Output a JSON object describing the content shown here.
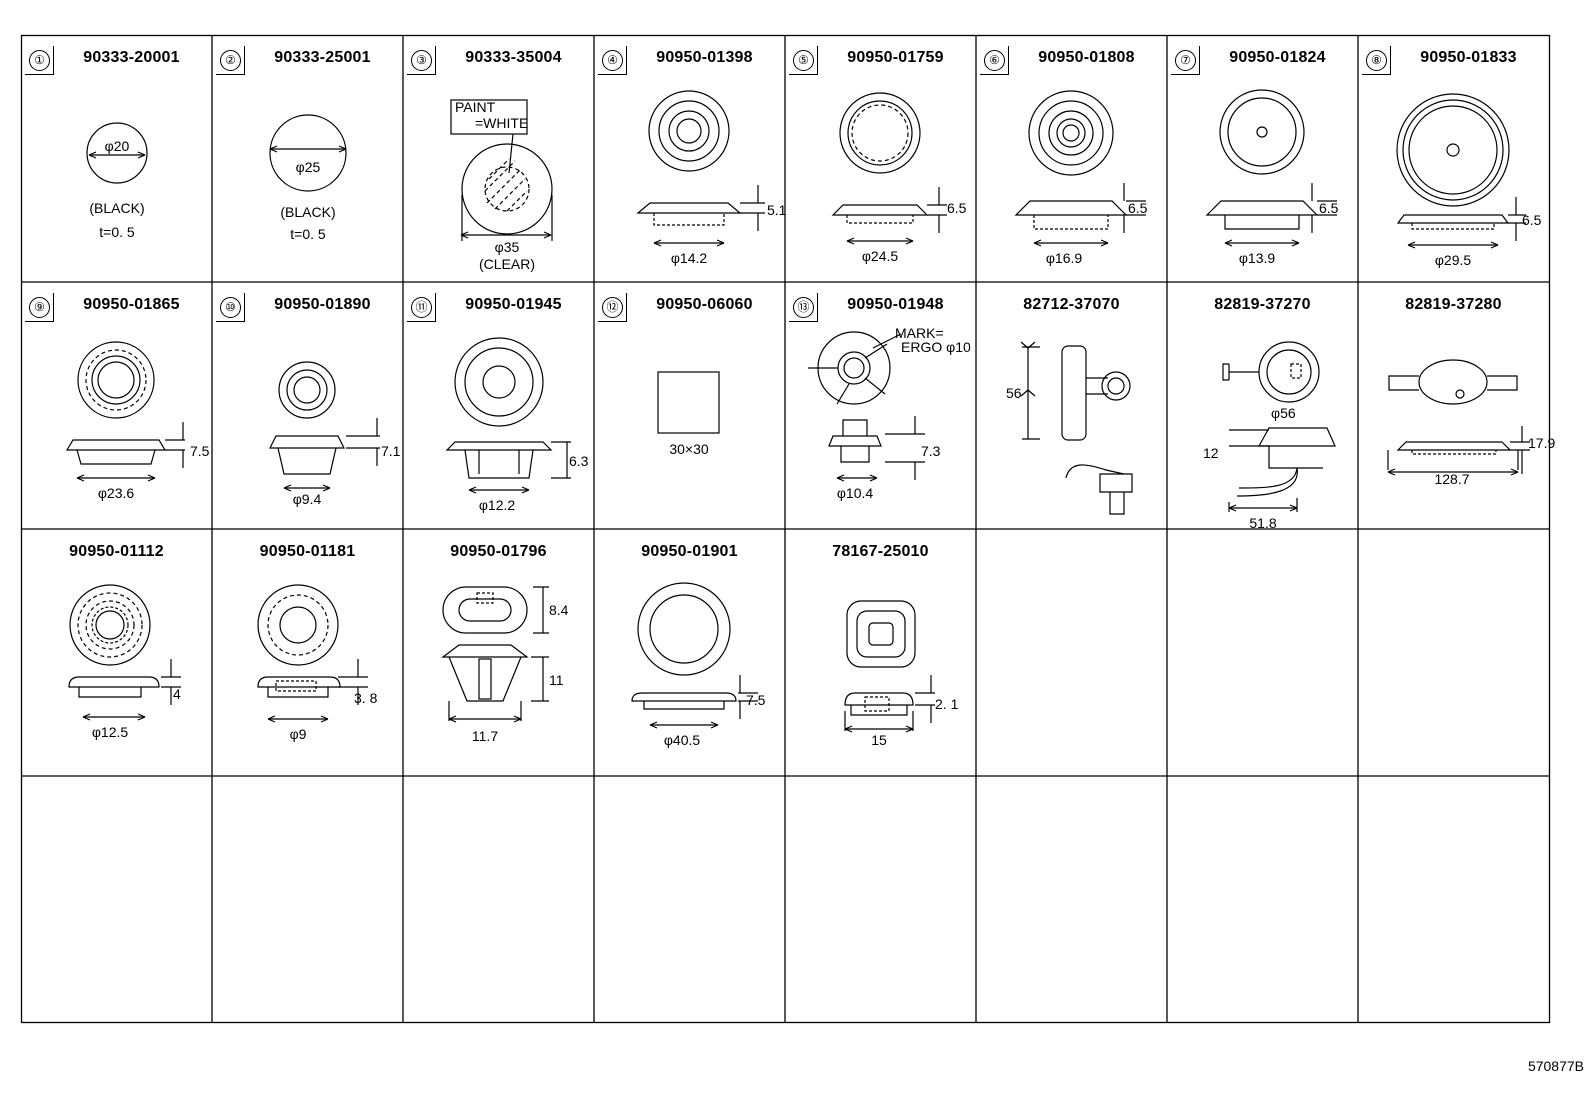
{
  "reference_code": "570877B",
  "cells": [
    {
      "n": "①",
      "pn": "90333-20001",
      "dims": [
        "φ20",
        "(BLACK)",
        "t=0. 5"
      ]
    },
    {
      "n": "②",
      "pn": "90333-25001",
      "dims": [
        "φ25",
        "(BLACK)",
        "t=0. 5"
      ]
    },
    {
      "n": "③",
      "pn": "90333-35004",
      "dims": [
        "PAINT",
        "=WHITE",
        "φ35",
        "(CLEAR)"
      ]
    },
    {
      "n": "④",
      "pn": "90950-01398",
      "dims": [
        "5.1",
        "φ14.2"
      ]
    },
    {
      "n": "⑤",
      "pn": "90950-01759",
      "dims": [
        "6.5",
        "φ24.5"
      ]
    },
    {
      "n": "⑥",
      "pn": "90950-01808",
      "dims": [
        "6.5",
        "φ16.9"
      ]
    },
    {
      "n": "⑦",
      "pn": "90950-01824",
      "dims": [
        "6.5",
        "φ13.9"
      ]
    },
    {
      "n": "⑧",
      "pn": "90950-01833",
      "dims": [
        "6.5",
        "φ29.5"
      ]
    },
    {
      "n": "⑨",
      "pn": "90950-01865",
      "dims": [
        "7.5",
        "φ23.6"
      ]
    },
    {
      "n": "⑩",
      "pn": "90950-01890",
      "dims": [
        "7.1",
        "φ9.4"
      ]
    },
    {
      "n": "⑪",
      "pn": "90950-01945",
      "dims": [
        "6.3",
        "φ12.2"
      ]
    },
    {
      "n": "⑫",
      "pn": "90950-06060",
      "dims": [
        "30×30"
      ]
    },
    {
      "n": "⑬",
      "pn": "90950-01948",
      "dims": [
        "MARK=",
        "ERGO φ10",
        "7.3",
        "φ10.4"
      ]
    },
    {
      "n": "",
      "pn": "82712-37070",
      "dims": [
        "56"
      ]
    },
    {
      "n": "",
      "pn": "82819-37270",
      "dims": [
        "φ56",
        "12",
        "51.8"
      ]
    },
    {
      "n": "",
      "pn": "82819-37280",
      "dims": [
        "17.9",
        "128.7"
      ]
    },
    {
      "n": "",
      "pn": "90950-01112",
      "dims": [
        "4",
        "φ12.5"
      ]
    },
    {
      "n": "",
      "pn": "90950-01181",
      "dims": [
        "3. 8",
        "φ9"
      ]
    },
    {
      "n": "",
      "pn": "90950-01796",
      "dims": [
        "8.4",
        "11",
        "11.7"
      ]
    },
    {
      "n": "",
      "pn": "90950-01901",
      "dims": [
        "7.5",
        "φ40.5"
      ]
    },
    {
      "n": "",
      "pn": "78167-25010",
      "dims": [
        "2. 1",
        "15"
      ]
    }
  ]
}
